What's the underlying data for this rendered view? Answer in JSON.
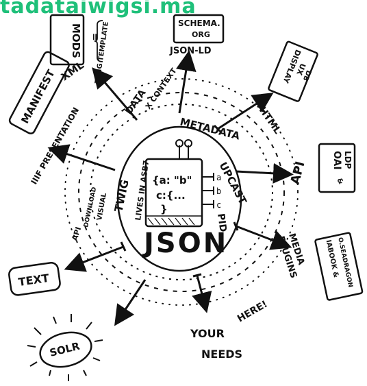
{
  "url_partial": "tadataiwigsi.ma",
  "center": {
    "title": "JSON",
    "lives_in": "LIVES IN ASB7",
    "code_line1": "{a: \"b\"",
    "code_line2": "c:{...",
    "code_line3": "}",
    "ports": [
      "a",
      "b",
      "c"
    ]
  },
  "ring_labels": {
    "metadata": "METADATA",
    "upcast": "UPCAST",
    "pid": "PID",
    "twig": "TWIG"
  },
  "outer_ring": [
    "API",
    "DOWNLOAD",
    "VISUAL"
  ],
  "spokes": {
    "data_x_context_1": "DATA",
    "data_x_context_2": "X CONTEXT",
    "xml": "XML",
    "mods": "MODS",
    "equals": "=",
    "twig_template": "TWIG TEMPLATE",
    "schema": "SCHEMA.",
    "schema_org": "ORG",
    "json_ld": "JSON-LD",
    "html": "HTML",
    "display": "DISPLAY",
    "ux": "UX",
    "db": "DB",
    "api": "API",
    "oai": "OAI",
    "ldp": "LDP",
    "ldp_extra": "&",
    "media": "MEDIA",
    "plugins": "PLUGINS",
    "iabook": "IABOOK &",
    "openseadragon": "O.SEADRAGON",
    "manifest": "MANIFEST",
    "iiif": "IIIF PRESENTATION",
    "text": "TEXT",
    "solr": "SOLR",
    "your_needs_1": "YOUR",
    "your_needs_2": "NEEDS",
    "here": "HERE!"
  }
}
